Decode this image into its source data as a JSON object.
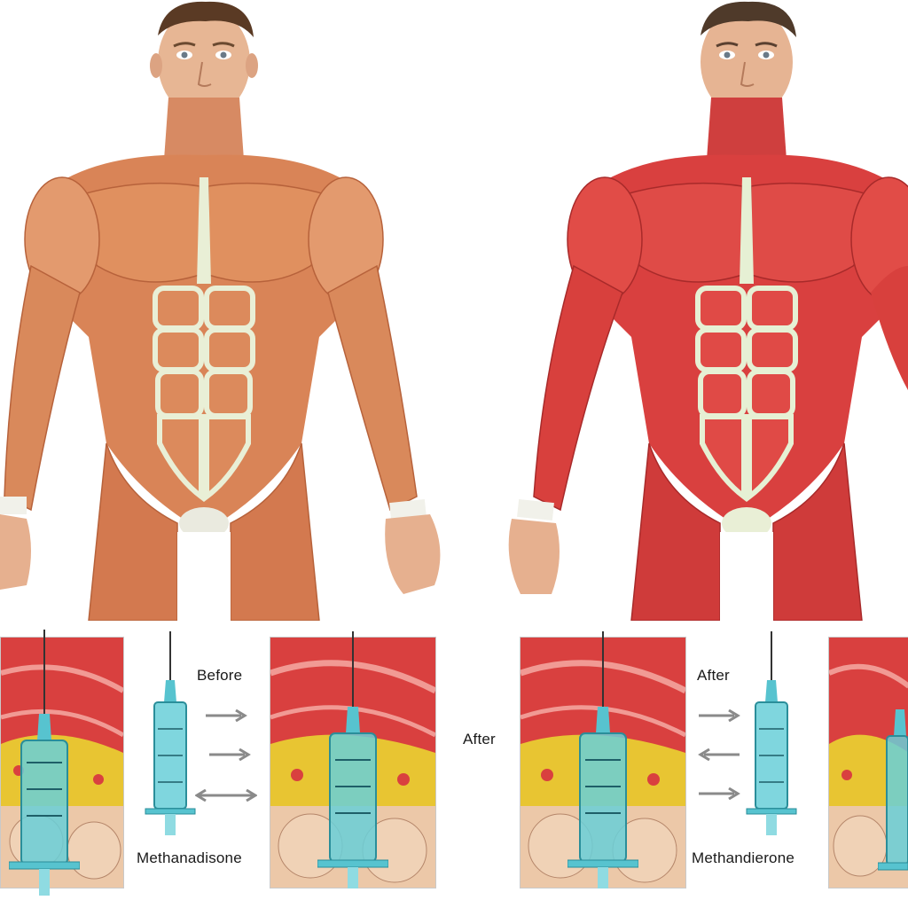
{
  "labels": {
    "before": "Before",
    "after_top": "After",
    "after_left": "After",
    "drug_left": "Methanadisone",
    "drug_right": "Methandierone"
  },
  "colors": {
    "skin": "#e8b48f",
    "muscle_before": "#d98457",
    "muscle_after": "#d9403f",
    "tendon": "#e9efd6",
    "fat_yellow": "#e8c532",
    "syringe": "#57c3cf",
    "arrow": "#8a8a8a"
  },
  "icons": {
    "syringe": "syringe-icon",
    "arrow": "arrow-icon"
  }
}
